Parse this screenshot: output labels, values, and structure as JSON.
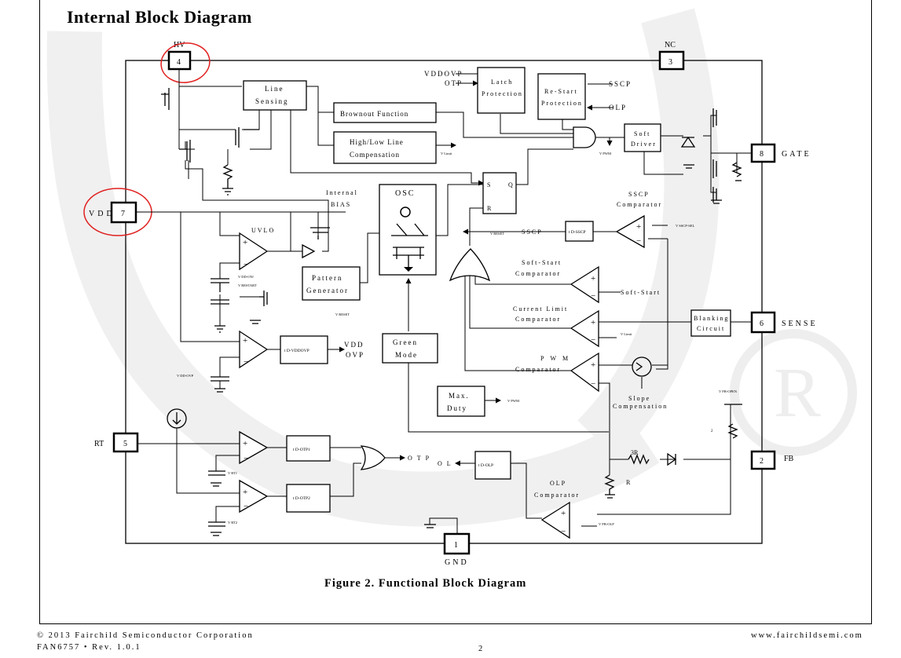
{
  "document": {
    "title": "Internal Block Diagram",
    "figure_caption": "Figure 2. Functional Block Diagram",
    "footer": {
      "copyright": "© 2013 Fairchild Semiconductor Corporation",
      "part_rev": "FAN6757 • Rev. 1.0.1",
      "page": "2",
      "url": "www.fairchildsemi.com"
    }
  },
  "pins": {
    "hv": {
      "name": "HV",
      "num": "4"
    },
    "nc": {
      "name": "NC",
      "num": "3"
    },
    "vdd": {
      "name": "VDD",
      "num": "7"
    },
    "gate": {
      "name": "GATE",
      "num": "8"
    },
    "sense": {
      "name": "SENSE",
      "num": "6"
    },
    "rt": {
      "name": "RT",
      "num": "5"
    },
    "fb": {
      "name": "FB",
      "num": "2"
    },
    "gnd": {
      "name": "GND",
      "num": "1"
    }
  },
  "blocks": {
    "line_sensing": [
      "Line",
      "Sensing"
    ],
    "brownout": "Brownout Function",
    "highlow": [
      "High/Low Line",
      "Compensation"
    ],
    "latch": [
      "Latch",
      "Protection"
    ],
    "restart": [
      "Re-Start",
      "Protection"
    ],
    "soft_driver": [
      "Soft",
      "Driver"
    ],
    "osc": "OSC",
    "pattern": [
      "Pattern",
      "Generator"
    ],
    "green": [
      "Green",
      "Mode"
    ],
    "maxduty": [
      "Max.",
      "Duty"
    ],
    "blanking": [
      "Blanking",
      "Circuit"
    ],
    "td_vddovp": "t D-VDDOVP",
    "td_sscp": "t D-SSCP",
    "td_otp1": "t D-OTP1",
    "td_otp2": "t D-OTP2",
    "td_olp": "t D-OLP"
  },
  "labels": {
    "vddovp_in": "VDDOVP",
    "otp_in": "OTP",
    "sscp_in": "SSCP",
    "olp_in": "OLP",
    "internal_bias": [
      "Internal",
      "BIAS"
    ],
    "uvlo": "UVLO",
    "vddovp_out": [
      "VDD",
      "OVP"
    ],
    "sscp_comp": [
      "SSCP",
      "Comparator"
    ],
    "softstart_comp": [
      "Soft-Start",
      "Comparator"
    ],
    "softstart": "Soft-Start",
    "curlimit_comp": [
      "Current Limit",
      "Comparator"
    ],
    "pwm_comp": [
      "PWM",
      "Comparator"
    ],
    "slope": [
      "Slope",
      "Compensation"
    ],
    "olp_comp": [
      "OLP",
      "Comparator"
    ],
    "otp_out": "OTP",
    "olp_out": "OL",
    "sscp_out": "SSCP",
    "sr_s": "S",
    "sr_q": "Q",
    "sr_r": "R",
    "r3": "3R",
    "r1": "R",
    "vdd_on": "V DD-ON/",
    "vdd_restart": "V RESTART",
    "v_reset": "V RESET",
    "v_reset2": "V RESET",
    "vdd_ovp": "V DD-OVP",
    "v_limit": "V Limit",
    "v_pwm": "V PWM",
    "v_pwm2": "V PWM",
    "v_limit2": "V Limit",
    "v_sscp": "V SSCP-SEL",
    "v_fbopen": "V FB-OPEN",
    "v_fbolp": "V FB-OLP",
    "v_rt1": "V RT1",
    "v_rt2": "V RT2",
    "two": "2"
  },
  "colors": {
    "annotation": "#e02020",
    "watermark": "#f0f0f0"
  }
}
